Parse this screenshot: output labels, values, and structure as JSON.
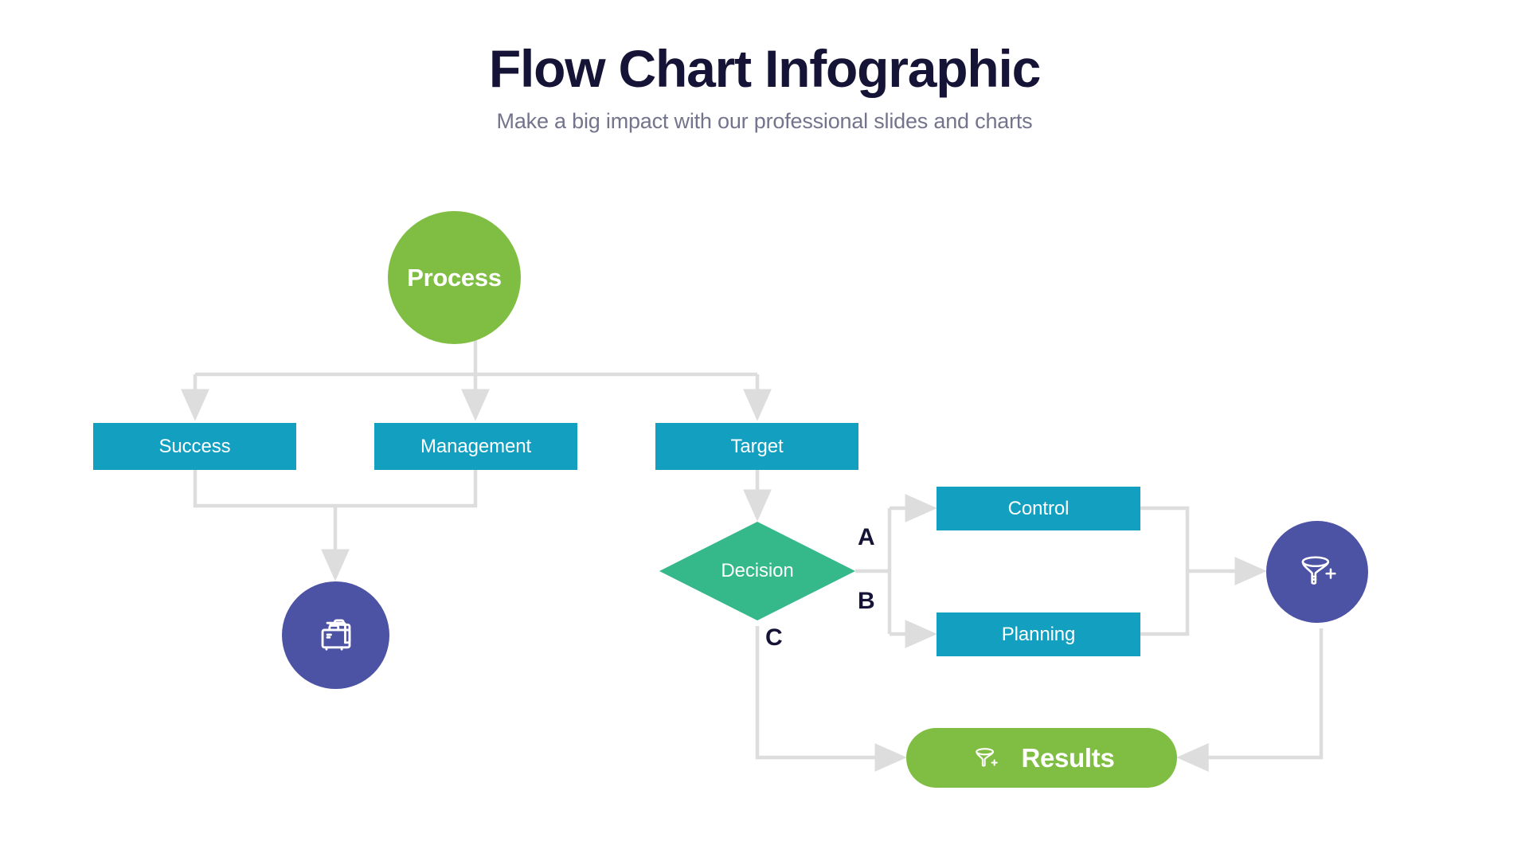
{
  "header": {
    "title": "Flow Chart Infographic",
    "subtitle": "Make a big impact with our professional slides and charts"
  },
  "colors": {
    "title": "#151437",
    "subtitle": "#73748c",
    "green": "#7FBE42",
    "teal": "#129FC0",
    "emerald": "#35B98B",
    "purple": "#4C53A4",
    "connector": "#dddddd",
    "label": "#151437",
    "background": "#ffffff"
  },
  "chart_data": {
    "type": "diagram",
    "title": "Flow Chart Infographic",
    "nodes": [
      {
        "id": "process",
        "label": "Process",
        "shape": "circle",
        "color": "#7FBE42"
      },
      {
        "id": "success",
        "label": "Success",
        "shape": "rect",
        "color": "#129FC0"
      },
      {
        "id": "management",
        "label": "Management",
        "shape": "rect",
        "color": "#129FC0"
      },
      {
        "id": "target",
        "label": "Target",
        "shape": "rect",
        "color": "#129FC0"
      },
      {
        "id": "briefcase",
        "label": "",
        "shape": "circle",
        "color": "#4C53A4",
        "icon": "briefcase-icon"
      },
      {
        "id": "decision",
        "label": "Decision",
        "shape": "diamond",
        "color": "#35B98B"
      },
      {
        "id": "control",
        "label": "Control",
        "shape": "rect",
        "color": "#129FC0"
      },
      {
        "id": "planning",
        "label": "Planning",
        "shape": "rect",
        "color": "#129FC0"
      },
      {
        "id": "funnel",
        "label": "",
        "shape": "circle",
        "color": "#4C53A4",
        "icon": "funnel-plus-icon"
      },
      {
        "id": "results",
        "label": "Results",
        "shape": "pill",
        "color": "#7FBE42",
        "icon": "funnel-plus-icon"
      }
    ],
    "edges": [
      {
        "from": "process",
        "to": "success",
        "label": ""
      },
      {
        "from": "process",
        "to": "management",
        "label": ""
      },
      {
        "from": "process",
        "to": "target",
        "label": ""
      },
      {
        "from": "success",
        "to": "briefcase",
        "label": ""
      },
      {
        "from": "management",
        "to": "briefcase",
        "label": ""
      },
      {
        "from": "target",
        "to": "decision",
        "label": ""
      },
      {
        "from": "decision",
        "to": "control",
        "label": "A"
      },
      {
        "from": "decision",
        "to": "planning",
        "label": "B"
      },
      {
        "from": "decision",
        "to": "results",
        "label": "C"
      },
      {
        "from": "control",
        "to": "funnel",
        "label": ""
      },
      {
        "from": "planning",
        "to": "funnel",
        "label": ""
      },
      {
        "from": "funnel",
        "to": "results",
        "label": ""
      }
    ]
  },
  "nodes": {
    "process": {
      "label": "Process"
    },
    "success": {
      "label": "Success"
    },
    "management": {
      "label": "Management"
    },
    "target": {
      "label": "Target"
    },
    "decision": {
      "label": "Decision"
    },
    "control": {
      "label": "Control"
    },
    "planning": {
      "label": "Planning"
    },
    "results": {
      "label": "Results"
    }
  },
  "branch_labels": {
    "a": "A",
    "b": "B",
    "c": "C"
  }
}
